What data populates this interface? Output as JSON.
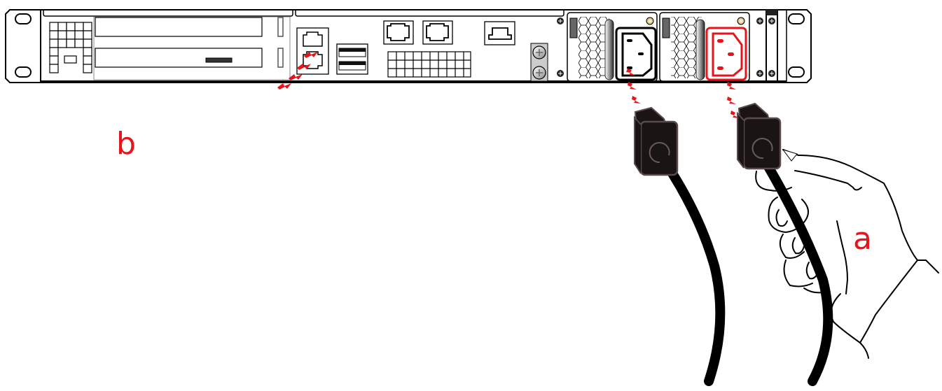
{
  "diagram": {
    "subject": "1U rack server rear panel - connecting power cords and network cable",
    "colors": {
      "highlight": "#e8141b",
      "outline": "#000000",
      "cable_power": "#000000",
      "cable_network": "#e6e6e6",
      "plug_body": "#1a1414"
    },
    "labels": {
      "a": "a",
      "b": "b"
    },
    "components": {
      "rack_ear_left": "rack mounting ear (left)",
      "rack_ear_right": "rack mounting ear (right)",
      "vent_grid": "ventilation grid",
      "pcie_slot_upper": "PCIe expansion slot (upper)",
      "pcie_slot_lower": "PCIe expansion slot (lower)",
      "rj45_stack": "stacked RJ45 ports",
      "usb_stack": "stacked USB ports",
      "rj45_ports_top": [
        "RJ45 port",
        "RJ45 port",
        "RJ45 port"
      ],
      "io_grid": "I/O connector grid",
      "ground_screws": "grounding screws",
      "psu_1": "power supply unit 1 (IEC C14 inlet)",
      "psu_2": "power supply unit 2 (IEC C14 inlet, highlighted)"
    },
    "steps": [
      {
        "label": "a",
        "action": "connect power cords to the power supply inlets"
      },
      {
        "label": "b",
        "action": "connect network cable to the RJ45 port"
      }
    ]
  }
}
